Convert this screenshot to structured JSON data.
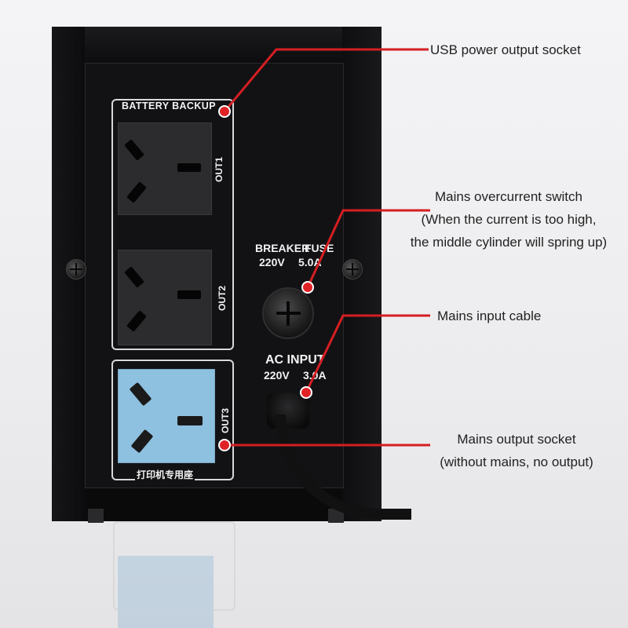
{
  "panel": {
    "battery_backup_label": "BATTERY BACKUP",
    "out1_label": "OUT1",
    "out2_label": "OUT2",
    "out3_label": "OUT3",
    "printer_socket_label": "打印机专用座",
    "breaker_label": "BREAKER",
    "fuse_label": "FUSE",
    "breaker_voltage": "220V",
    "fuse_rating": "5.0A",
    "ac_input_label": "AC INPUT",
    "ac_input_voltage": "220V",
    "ac_input_current": "3.0A"
  },
  "callouts": [
    {
      "lines": [
        "USB power output socket"
      ]
    },
    {
      "lines": [
        "Mains overcurrent switch",
        "(When the current is too high,",
        "the middle cylinder will spring up)"
      ]
    },
    {
      "lines": [
        "Mains input cable"
      ]
    },
    {
      "lines": [
        "Mains output socket",
        "(without mains, no output)"
      ]
    }
  ],
  "colors": {
    "callout_red": "#d51e22",
    "device_black": "#0a0a0a",
    "socket_blue": "#8ec0e0",
    "background": "#efeff1"
  }
}
